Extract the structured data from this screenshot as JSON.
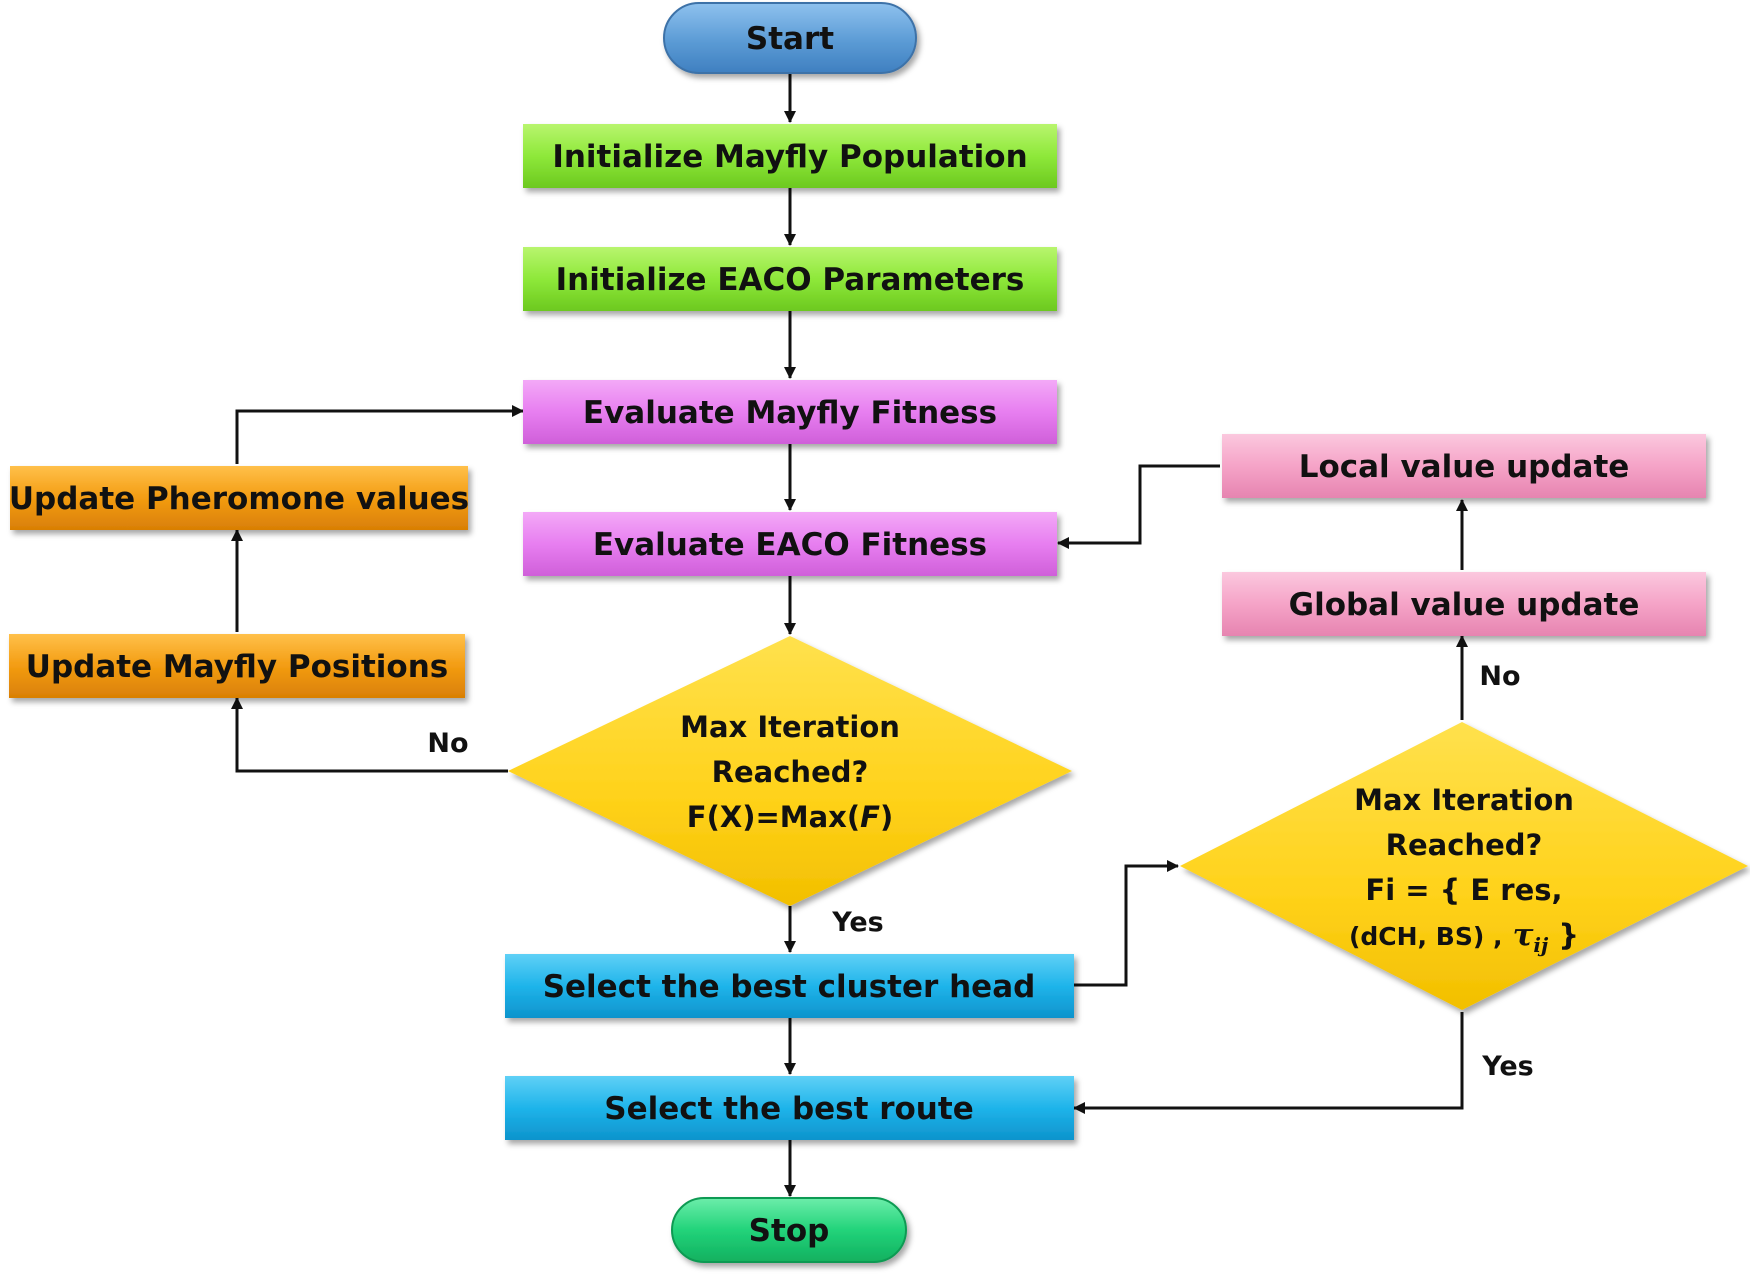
{
  "nodes": {
    "start": "Start",
    "init_mayfly": "Initialize Mayfly Population",
    "init_eaco": "Initialize EACO Parameters",
    "eval_mayfly": "Evaluate Mayfly Fitness",
    "eval_eaco": "Evaluate EACO Fitness",
    "decision1": {
      "line1": "Max Iteration",
      "line2": "Reached?",
      "line3": "F(X)=Max(",
      "line3_italic": "F",
      "line3_end": ")"
    },
    "update_pheromone": "Update Pheromone values",
    "update_positions": "Update Mayfly Positions",
    "select_ch": "Select the best cluster head",
    "select_route": "Select the best route",
    "stop": "Stop",
    "decision2": {
      "line1": "Max Iteration",
      "line2": "Reached?",
      "line3": "Fi = { E res,",
      "line4_pre": "(dCH, BS) ,",
      "line4_tau": "τ",
      "line4_sub": "ij",
      "line4_end": "}"
    },
    "global_update": "Global value update",
    "local_update": "Local value update"
  },
  "edge_labels": {
    "d1_no": "No",
    "d1_yes": "Yes",
    "d2_no": "No",
    "d2_yes": "Yes"
  },
  "colors": {
    "start_blue": "#5b9bd5",
    "green": "#8ee83a",
    "magenta": "#e77ef0",
    "orange": "#f39c12",
    "yellow": "#ffd21a",
    "cyan": "#1fb4ea",
    "pink": "#f5a3c7",
    "stop_green": "#22d37a"
  }
}
